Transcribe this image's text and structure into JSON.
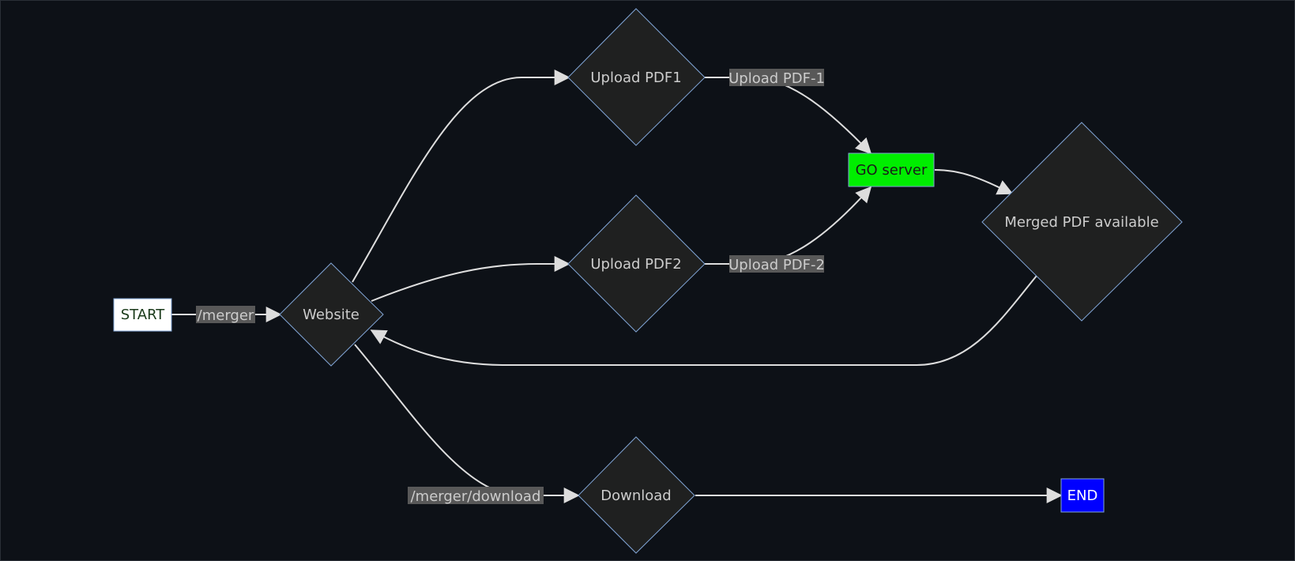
{
  "nodes": {
    "start": {
      "label": "START",
      "fill": "#ffffff",
      "text_color": "#1a3a1a"
    },
    "website": {
      "label": "Website"
    },
    "upload1": {
      "label": "Upload PDF1"
    },
    "upload2": {
      "label": "Upload PDF2"
    },
    "go_server": {
      "label": "GO server",
      "fill": "#00ee00",
      "text_color": "#1a1a1a"
    },
    "merged": {
      "label": "Merged PDF available"
    },
    "download": {
      "label": "Download"
    },
    "end": {
      "label": "END",
      "fill": "#0000ff",
      "text_color": "#ffffff"
    }
  },
  "edges": {
    "start_to_website": {
      "label": "/merger"
    },
    "upload1_to_go": {
      "label": "Upload PDF-1"
    },
    "upload2_to_go": {
      "label": "Upload PDF-2"
    },
    "website_to_download": {
      "label": "/merger/download"
    }
  },
  "colors": {
    "background": "#0d1117",
    "diamond_fill": "#1f2020",
    "diamond_stroke": "#81a5d6",
    "edge": "#dddddd",
    "edge_label_bg": "#585858"
  }
}
